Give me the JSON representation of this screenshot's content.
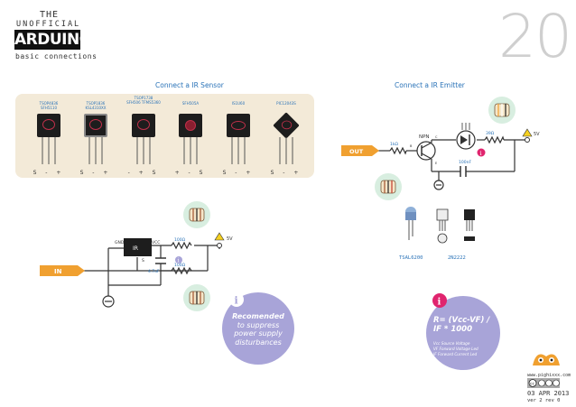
{
  "header": {
    "the": "THE",
    "unofficial": "UNOFFICIAL",
    "brand": "ARDUINO",
    "subtitle": "basic connections",
    "page_number": "20"
  },
  "sensor_section": {
    "title": "Connect a IR Sensor",
    "sensors": [
      {
        "name_line1": "TSOP4836",
        "name_line2": "SFH5110",
        "pins": "S - +"
      },
      {
        "name_line1": "TSOP1836",
        "name_line2": "KSL4310XX",
        "pins": "S - +"
      },
      {
        "name_line1": "TSOP1738",
        "name_line2": "SFH506 TFMS5360",
        "pins": "- + S"
      },
      {
        "name_line1": "SFH505A",
        "name_line2": "",
        "pins": "+ - S"
      },
      {
        "name_line1": "IS1U60",
        "name_line2": "",
        "pins": "S - +"
      },
      {
        "name_line1": "PIC12043S",
        "name_line2": "",
        "pins": "S - +"
      }
    ],
    "circuit": {
      "input_label": "IN",
      "chip_label": "IR",
      "gnd": "GND",
      "vcc": "VCC",
      "s": "S",
      "r1": "100Ω",
      "c1": "4.7uF",
      "r2": "100Ω",
      "supply": "5V"
    }
  },
  "emitter_section": {
    "title": "Connect a IR Emitter",
    "out_label": "OUT",
    "r1": "1kΩ",
    "transistor": "NPN",
    "r2": "39Ω",
    "supply": "5V",
    "cap": "100nF",
    "b": "B",
    "e": "E",
    "c": "C",
    "parts": [
      "TSAL6200",
      "2N2222"
    ]
  },
  "callout": {
    "line1": "Recomended",
    "line2": "to suppress",
    "line3": "power supply",
    "line4": "disturbances"
  },
  "formula": {
    "text": "R= (Vcc-VF) / IF * 1000",
    "legend": [
      "Vcc Source Voltage",
      "VF Forward Voltage Led",
      "IF Forward Current Led"
    ]
  },
  "footer": {
    "url": "www.pighixxx.com",
    "date": "03 APR 2013",
    "version": "ver 2 rev 0"
  },
  "colors": {
    "accent_blue": "#2a73b8",
    "orange": "#f0a030",
    "callout": "#a8a4d8",
    "info_pink": "#e0246e",
    "panel": "#f3ead8"
  }
}
